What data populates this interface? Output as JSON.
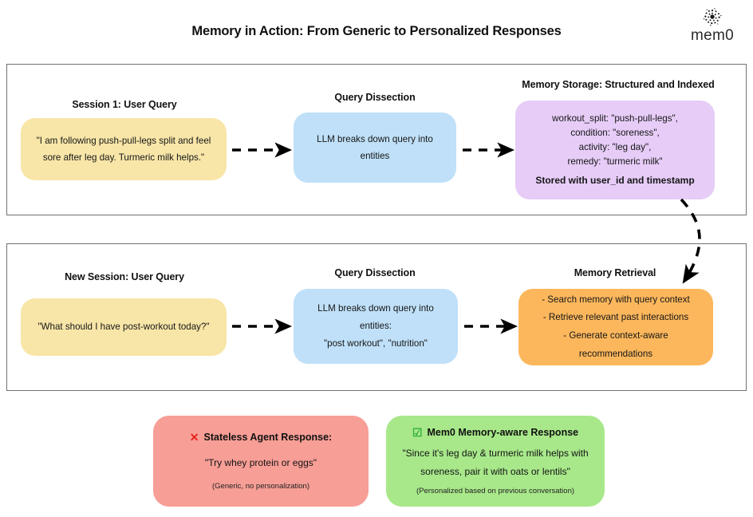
{
  "header": {
    "title": "Memory in Action: From Generic to Personalized Responses",
    "logo_text": "mem0",
    "logo_icon": "mem0-dot-cluster-logo"
  },
  "colors": {
    "yellow": "#f8e6a8",
    "blue": "#bfe0f8",
    "purple": "#e6ccf7",
    "orange": "#fcb75c",
    "red": "#f79e96",
    "green": "#a8e88a",
    "panel_border": "#6f7278",
    "arrow": "#000000",
    "x_mark": "#e8241c",
    "check_mark": "#2fae3f"
  },
  "row1": {
    "heading_query": "Session 1:  User Query",
    "heading_dissection": "Query Dissection",
    "heading_storage": "Memory Storage: Structured and Indexed",
    "query_lines": [
      "\"I am following push-pull-legs split and feel",
      "sore after leg day. Turmeric milk helps.\""
    ],
    "dissection_lines": [
      "LLM breaks down query into",
      "entities"
    ],
    "storage_lines": [
      "workout_split: \"push-pull-legs\",",
      "condition: \"soreness\",",
      "activity: \"leg day\",",
      "remedy: \"turmeric milk\""
    ],
    "storage_footer": "Stored with user_id and timestamp"
  },
  "row2": {
    "heading_query": "New Session:  User Query",
    "heading_dissection": "Query Dissection",
    "heading_retrieval": "Memory Retrieval",
    "query_lines": [
      "\"What should I have post-workout today?\""
    ],
    "dissection_lines": [
      "LLM breaks down query into entities:",
      "\"post workout\", \"nutrition\""
    ],
    "retrieval_lines": [
      "- Search memory with query context",
      "- Retrieve relevant past interactions",
      "- Generate context-aware recommendations"
    ]
  },
  "results": {
    "stateless": {
      "icon": "x-mark-icon",
      "title": "Stateless Agent Response:",
      "body": "\"Try whey protein or eggs\"",
      "note": "(Generic, no personalization)"
    },
    "memory_aware": {
      "icon": "check-mark-icon",
      "title": "Mem0 Memory-aware Response",
      "body_lines": [
        "\"Since it's leg day & turmeric milk helps with",
        "soreness, pair it with oats or lentils\""
      ],
      "note": "(Personalized based on previous conversation)"
    }
  }
}
